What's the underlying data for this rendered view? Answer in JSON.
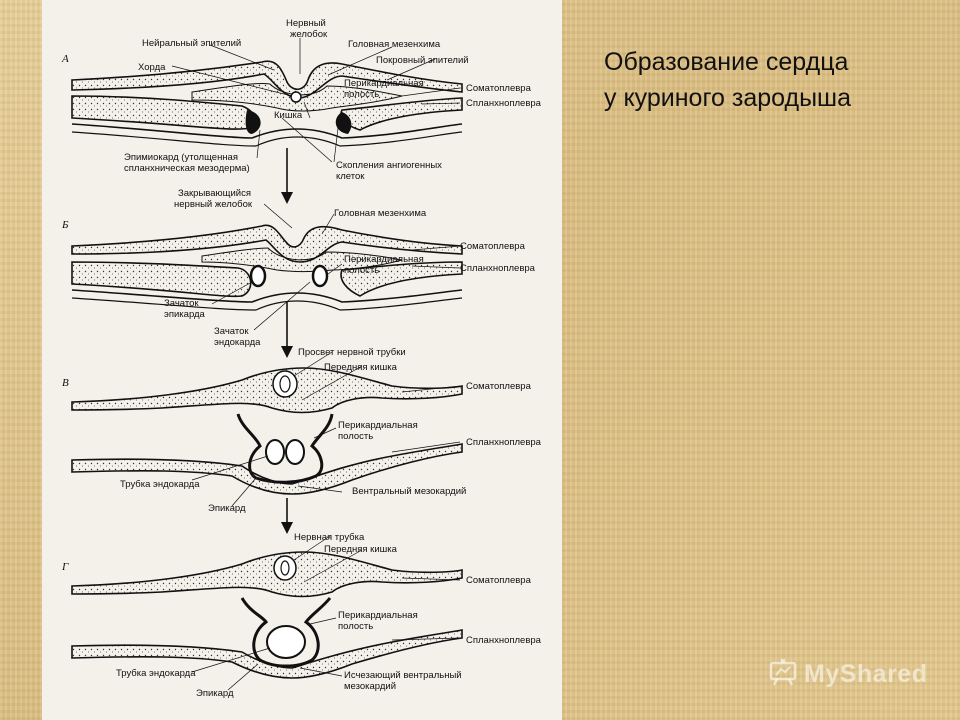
{
  "slide": {
    "title_line1": "Образование сердца",
    "title_line2": "у куриного зародыша"
  },
  "watermark": {
    "text": "MyShared",
    "icon": "presentation-board-icon"
  },
  "figure": {
    "stages": [
      "А",
      "Б",
      "В",
      "Г"
    ],
    "stage_a": {
      "nervny_zhelobok": [
        "Нервный",
        "желобок"
      ],
      "neiralny_epiteliy": "Нейральный эпителий",
      "golovnaya_mezenhima": "Головная мезенхима",
      "horda": "Хорда",
      "pokrovny_epiteliy": "Покровный эпителий",
      "somatopleura": "Соматоплевра",
      "perikardialnaya": [
        "Перикардиальная",
        "полость"
      ],
      "splanhnopleura": "Спланхноплевра",
      "kishka": "Кишка",
      "epimiokard": [
        "Эпимиокард (утолщенная",
        "спланхническая мезодерма)"
      ],
      "skopleniya": [
        "Скопления ангиогенных",
        "клеток"
      ]
    },
    "stage_b": {
      "zakryvayushchiysya": [
        "Закрывающийся",
        "нервный желобок"
      ],
      "golovnaya_mezenhima": "Головная мезенхима",
      "somatopleura": "Соматоплевра",
      "perikardialnaya": [
        "Перикардиальная",
        "полость"
      ],
      "splanhnopleura": "Спланхноплевра",
      "zachatok_epikarda": [
        "Зачаток",
        "эпикарда"
      ],
      "zachatok_endokarda": [
        "Зачаток",
        "эндокарда"
      ]
    },
    "stage_v": {
      "prosvet": "Просвет нервной трубки",
      "perednyaya_kishka": "Передняя кишка",
      "somatopleura": "Соматоплевра",
      "perikardialnaya": [
        "Перикардиальная",
        "полость"
      ],
      "splanhnopleura": "Спланхноплевра",
      "trubka_endokarda": "Трубка эндокарда",
      "ventralny": "Вентральный мезокардий",
      "epikard": "Эпикард"
    },
    "stage_g": {
      "nervnaya_trubka": "Нервная трубка",
      "perednyaya_kishka": "Передняя кишка",
      "somatopleura": "Соматоплевра",
      "perikardialnaya": [
        "Перикардиальная",
        "полость"
      ],
      "splanhnopleura": "Спланхноплевра",
      "trubka_endokarda": "Трубка эндокарда",
      "ischezayushchiy": [
        "Исчезающий вентральный",
        "мезокардий"
      ],
      "epikard": "Эпикард"
    }
  }
}
